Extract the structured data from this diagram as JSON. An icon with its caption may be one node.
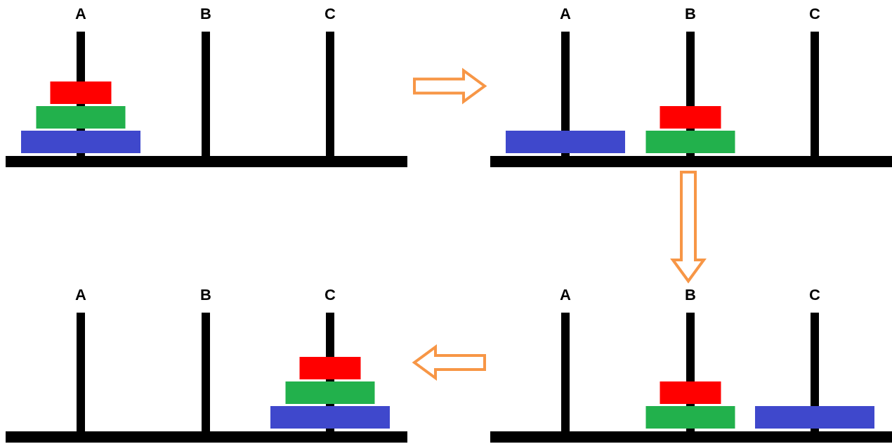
{
  "diagram": {
    "nodes": [
      {
        "text": [
          "A",
          "B",
          "C"
        ]
      },
      {
        "text": [
          "A",
          "B",
          "C"
        ]
      },
      {
        "text": [
          "A",
          "B",
          "C"
        ]
      },
      {
        "text": [
          "A",
          "B",
          "C"
        ]
      }
    ],
    "edges": [
      {
        "from": 0,
        "to": 1,
        "arrow": "to"
      },
      {
        "from": 1,
        "to": 3,
        "arrow": "to"
      },
      {
        "from": 3,
        "to": 2,
        "arrow": "to"
      }
    ]
  }
}
